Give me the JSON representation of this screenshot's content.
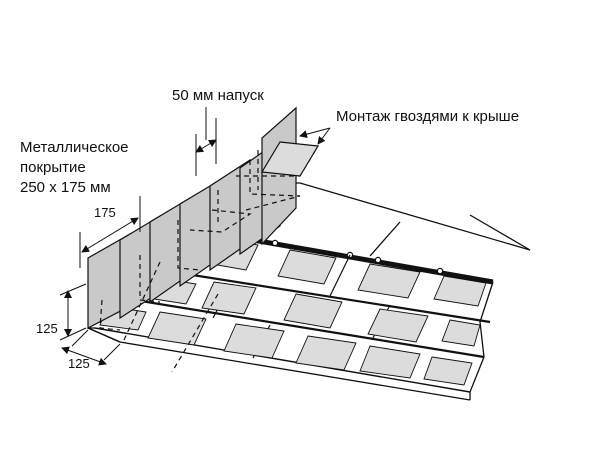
{
  "labels": {
    "overlap": "50 мм напуск",
    "nailing": "Монтаж гвоздями к крыше",
    "covering_line1": "Металлическое",
    "covering_line2": "покрытие",
    "covering_line3": "250 x 175 мм"
  },
  "dimensions": {
    "width": "175",
    "height": "125",
    "depth": "125"
  },
  "colors": {
    "ink": "#111111",
    "metal_flashing": "#c9c9c9",
    "shingle_fill": "#dcdcdc",
    "background": "#ffffff"
  }
}
